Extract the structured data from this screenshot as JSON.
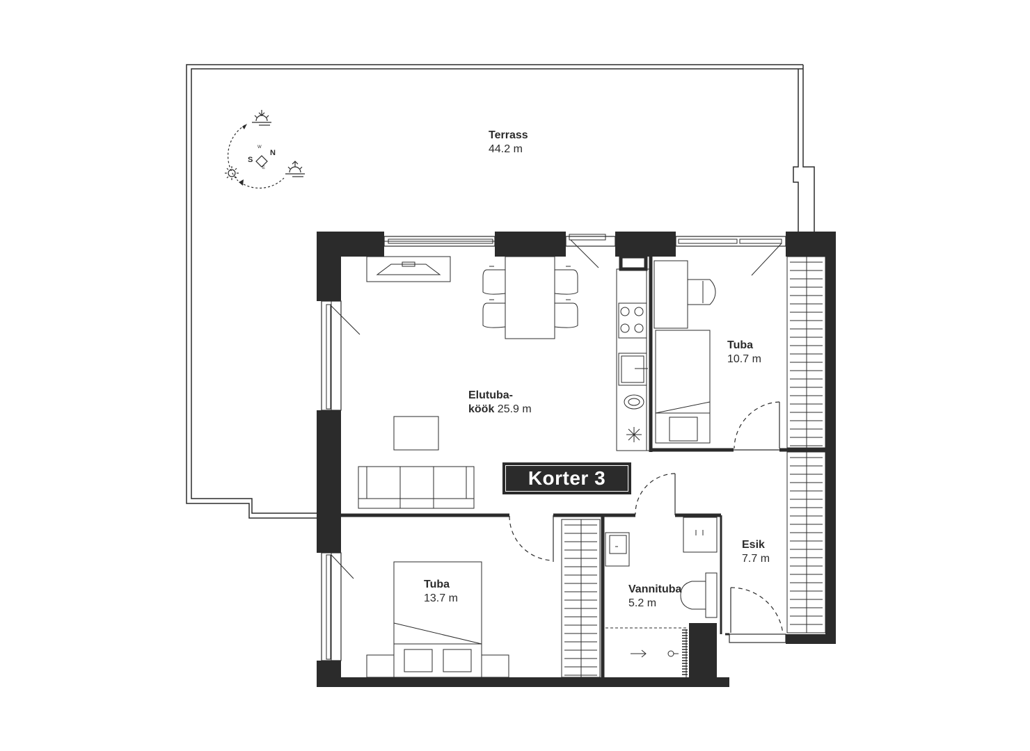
{
  "unit": {
    "label": "Korter 3"
  },
  "rooms": {
    "terrace": {
      "name": "Terrass",
      "area": "44.2 m"
    },
    "living_kitchen": {
      "name_line1": "Elutuba-",
      "name_line2": "köök",
      "area": "25.9 m"
    },
    "room_top_right": {
      "name": "Tuba",
      "area": "10.7 m"
    },
    "bedroom": {
      "name": "Tuba",
      "area": "13.7 m"
    },
    "bathroom": {
      "name": "Vannituba",
      "area": "5.2 m"
    },
    "hall": {
      "name": "Esik",
      "area": "7.7 m"
    }
  },
  "compass": {
    "s": "S",
    "n": "N",
    "w": "W",
    "e": "E"
  },
  "colors": {
    "wall": "#2b2b2b",
    "line": "#2b2b2b",
    "background": "#ffffff"
  },
  "icons": [
    "sunrise-icon",
    "sunset-icon",
    "sun-icon",
    "compass-icon"
  ]
}
